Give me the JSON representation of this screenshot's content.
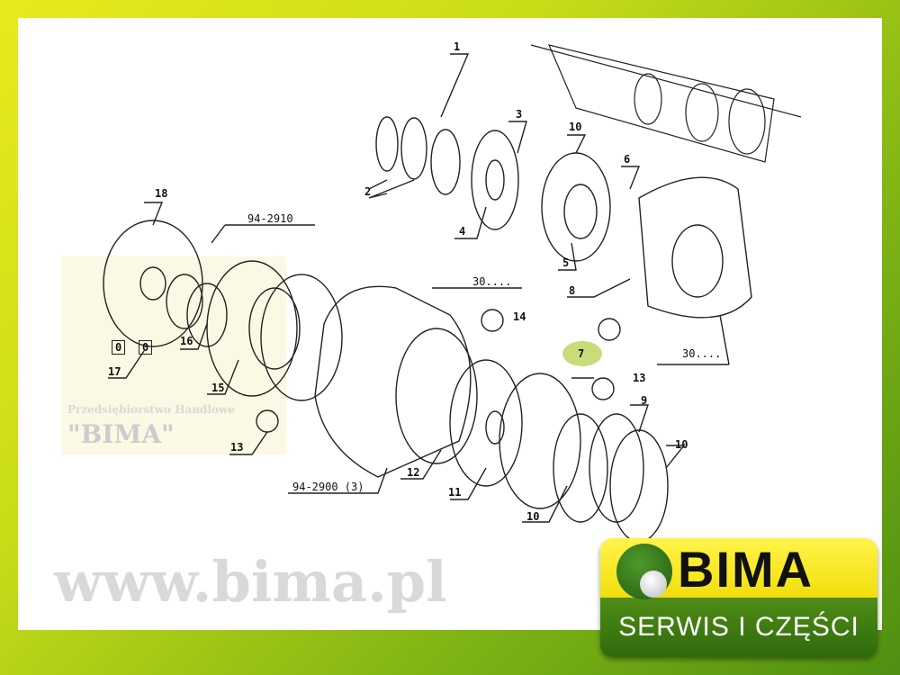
{
  "watermark": {
    "url": "www.bima.pl",
    "company_line": "Przedsiębiorstwo Handlowe",
    "company_name": "\"BIMA\""
  },
  "logo": {
    "brand": "BIMA",
    "tagline": "SERWIS I CZĘŚCI"
  },
  "diagram": {
    "callouts": [
      "1",
      "2",
      "3",
      "10",
      "6",
      "4",
      "5",
      "8",
      "7",
      "18",
      "16",
      "17",
      "15",
      "13",
      "14",
      "12",
      "11",
      "13",
      "9",
      "10",
      "10"
    ],
    "refs": {
      "ref_2910": "94-2910",
      "ref_2900": "94-2900 (3)",
      "torque_a": "30....",
      "torque_b": "30...."
    },
    "box_17": [
      "0",
      "0"
    ]
  },
  "colors": {
    "frame_yellow": "#e8ea1c",
    "frame_green": "#4f8f12",
    "logo_green": "#3f7c12",
    "logo_yellow": "#f5e21a"
  }
}
